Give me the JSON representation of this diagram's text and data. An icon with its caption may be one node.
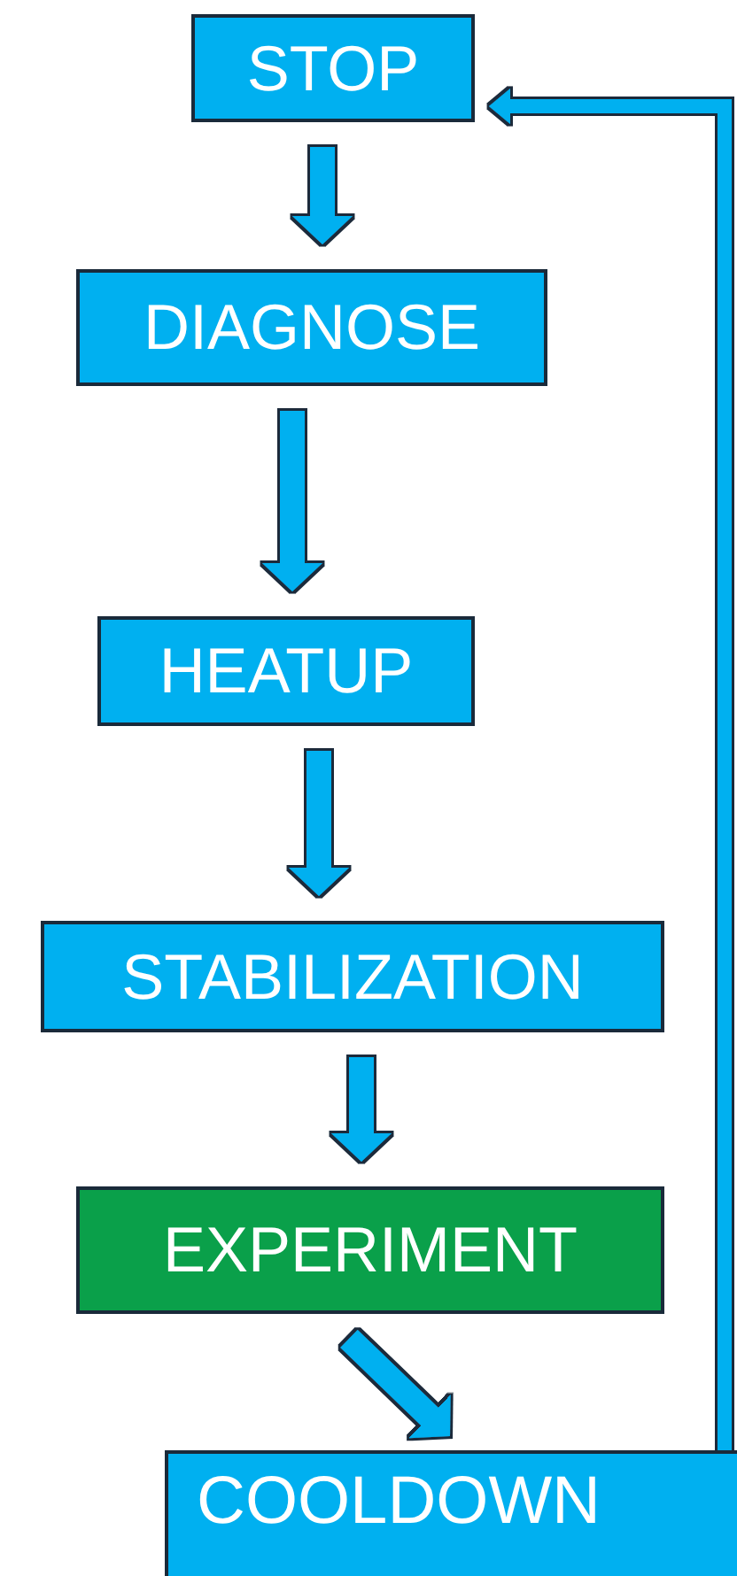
{
  "diagram": {
    "nodes": [
      {
        "text": [
          "STOP"
        ]
      },
      {
        "text": [
          "DIAGNOSE"
        ]
      },
      {
        "text": [
          "HEATUP"
        ]
      },
      {
        "text": [
          "STABILIZATION"
        ]
      },
      {
        "text": [
          "EXPERIMENT"
        ]
      },
      {
        "text": [
          "COOLDOWN"
        ]
      }
    ],
    "edges": [
      {
        "from": 0,
        "to": 1,
        "arrow": "to"
      },
      {
        "from": 1,
        "to": 2,
        "arrow": "to"
      },
      {
        "from": 2,
        "to": 3,
        "arrow": "to"
      },
      {
        "from": 3,
        "to": 4,
        "arrow": "to"
      },
      {
        "from": 4,
        "to": 5,
        "arrow": "to"
      },
      {
        "from": 5,
        "to": 0,
        "arrow": "to"
      }
    ]
  }
}
